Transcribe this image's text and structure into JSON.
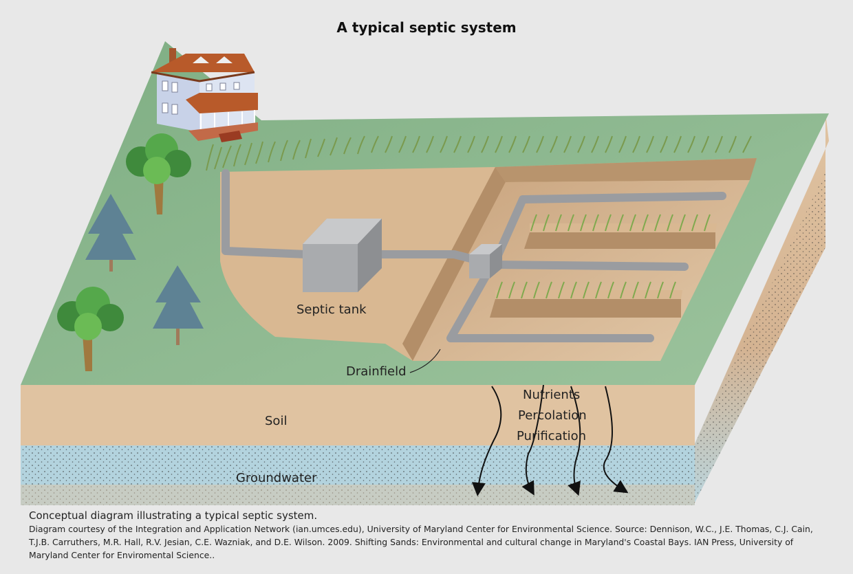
{
  "title": "A typical septic system",
  "labels": {
    "septic_tank": "Septic tank",
    "drainfield": "Drainfield",
    "soil": "Soil",
    "groundwater": "Groundwater",
    "nutrients": "Nutrients",
    "percolation": "Percolation",
    "purification": "Purification"
  },
  "caption": {
    "main": "Conceptual diagram illustrating a typical septic system.",
    "credit": "Diagram courtesy of the Integration and Application Network (ian.umces.edu), University of Maryland Center for Environmental Science. Source: Dennison, W.C., J.E. Thomas, C.J. Cain, T.J.B. Carruthers, M.R. Hall, R.V. Jesian, C.E. Wazniak, and D.E. Wilson. 2009. Shifting Sands: Environmental and cultural change in Maryland's Coastal Bays. IAN Press, University of Maryland Center for Enviromental Science.."
  },
  "colors": {
    "background": "#e8e8e8",
    "grass": "#87b38a",
    "soil": "#e0c3a1",
    "groundwater": "#a9cddd",
    "pipe": "#9a9ca0",
    "tank": "#a9abae",
    "excavation": "#d9b892"
  }
}
